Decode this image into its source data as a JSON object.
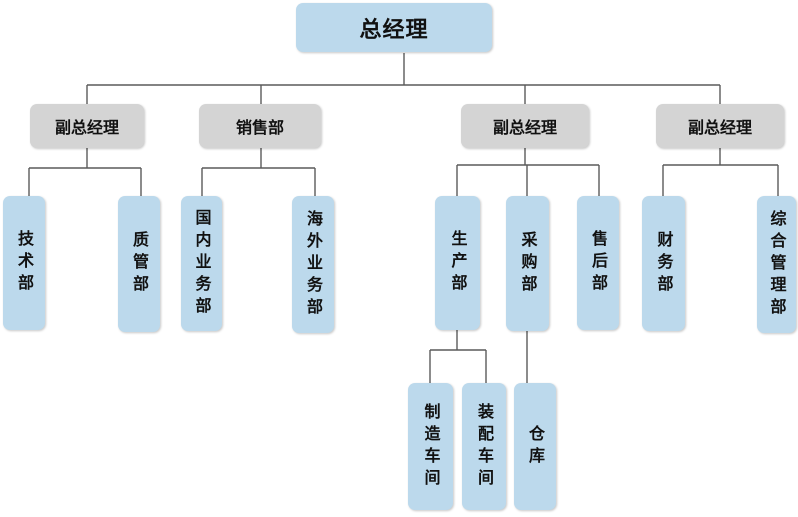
{
  "org_chart": {
    "ceo": "总经理",
    "branches": [
      {
        "label": "副总经理",
        "children": [
          "技术部",
          "质管部"
        ]
      },
      {
        "label": "销售部",
        "children": [
          "国内业务部",
          "海外业务部"
        ]
      },
      {
        "label": "副总经理",
        "children": [
          {
            "label": "生产部",
            "children": [
              "制造车间",
              "装配车间"
            ]
          },
          {
            "label": "采购部",
            "children": [
              "仓库"
            ]
          },
          {
            "label": "售后部",
            "children": []
          }
        ]
      },
      {
        "label": "副总经理",
        "children": [
          "财务部",
          "综合管理部"
        ]
      }
    ]
  },
  "colors": {
    "top_box": "#bcd9ec",
    "manager_box": "#d4d4d4",
    "department_box": "#bcd9ec",
    "connector": "#5a5a5a"
  }
}
